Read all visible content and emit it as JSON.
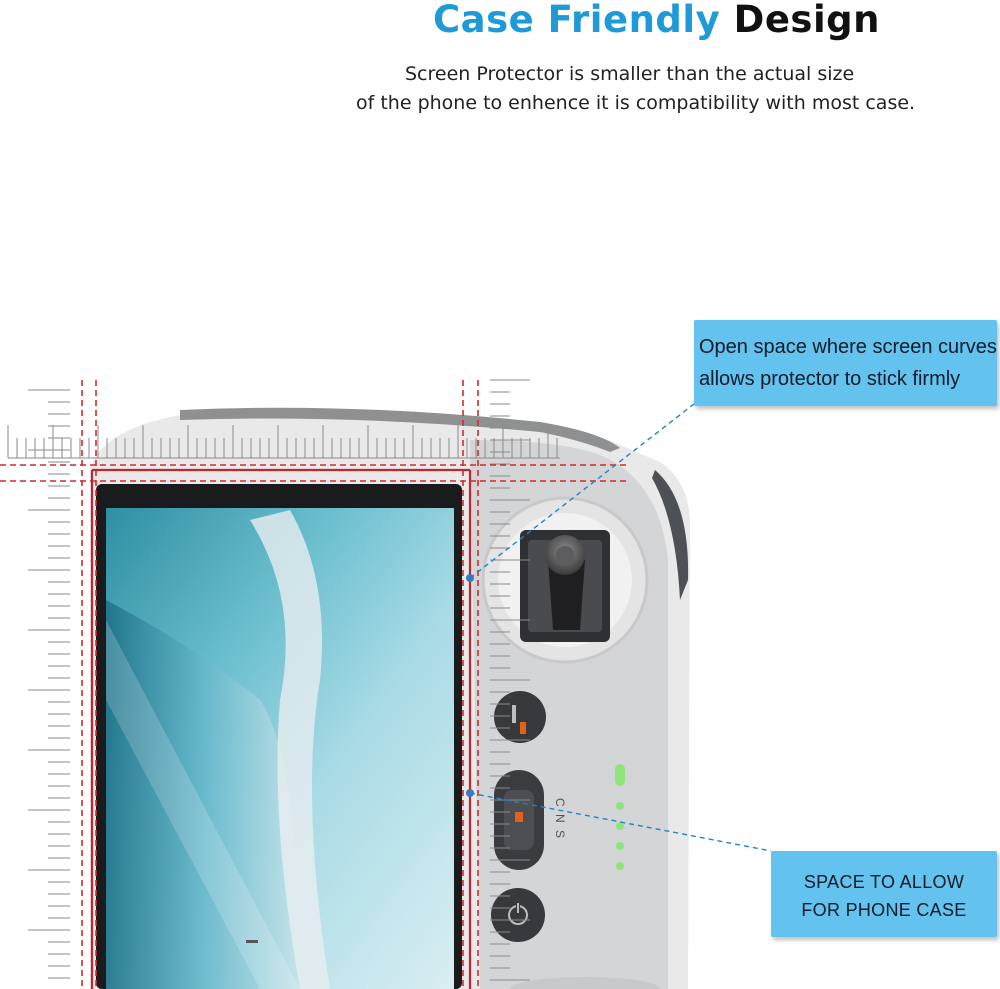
{
  "headline": {
    "accent_text": "Case Friendly",
    "dark_text": "Design",
    "accent_color": "#1f9ad8"
  },
  "subtitle": {
    "line1": "Screen Protector is smaller than the actual size",
    "line2": "of the phone to enhence it is compatibility with most case."
  },
  "callouts": {
    "top": {
      "line1": "Open space where screen curves",
      "line2": "allows protector to stick firmly"
    },
    "bottom": {
      "line1": "SPACE TO ALLOW",
      "line2": "FOR PHONE CASE"
    },
    "color": "#64c3ee"
  },
  "device": {
    "mode_labels": [
      "C",
      "N",
      "S"
    ],
    "guide_color": "#d42a2a"
  }
}
